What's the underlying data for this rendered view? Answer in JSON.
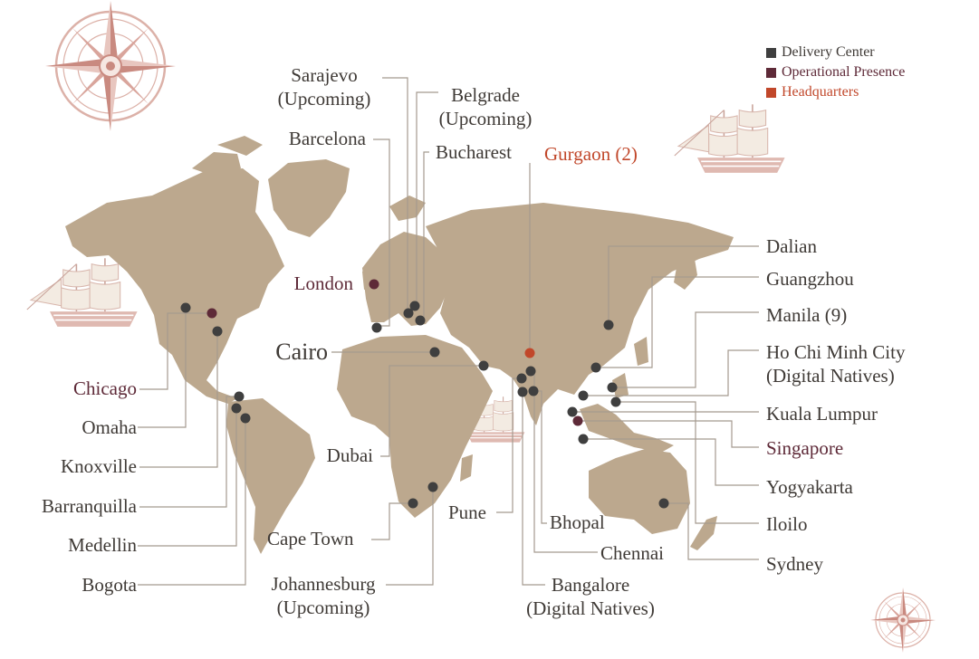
{
  "legend": {
    "delivery_center": {
      "label": "Delivery Center",
      "color": "#3f3f3f"
    },
    "operational_presence": {
      "label": "Operational Presence",
      "color": "#5e2a38"
    },
    "headquarters": {
      "label": "Headquarters",
      "color": "#c1472a"
    }
  },
  "map": {
    "land_color": "#bca88e",
    "line_color": "#a59a8f",
    "ship_color": "#dfb9b1"
  },
  "locations": {
    "sarajevo": "Sarajevo\n(Upcoming)",
    "belgrade": "Belgrade\n(Upcoming)",
    "barcelona": "Barcelona",
    "bucharest": "Bucharest",
    "gurgaon": "Gurgaon (2)",
    "london": "London",
    "cairo": "Cairo",
    "chicago": "Chicago",
    "omaha": "Omaha",
    "knoxville": "Knoxville",
    "barranquilla": "Barranquilla",
    "medellin": "Medellin",
    "bogota": "Bogota",
    "dubai": "Dubai",
    "cape_town": "Cape Town",
    "johannesburg": "Johannesburg\n(Upcoming)",
    "pune": "Pune",
    "bhopal": "Bhopal",
    "chennai": "Chennai",
    "bangalore": "Bangalore\n(Digital Natives)",
    "dalian": "Dalian",
    "guangzhou": "Guangzhou",
    "manila": "Manila (9)",
    "ho_chi_minh": "Ho Chi Minh City\n(Digital Natives)",
    "kuala_lumpur": "Kuala Lumpur",
    "singapore": "Singapore",
    "yogyakarta": "Yogyakarta",
    "iloilo": "Iloilo",
    "sydney": "Sydney"
  }
}
